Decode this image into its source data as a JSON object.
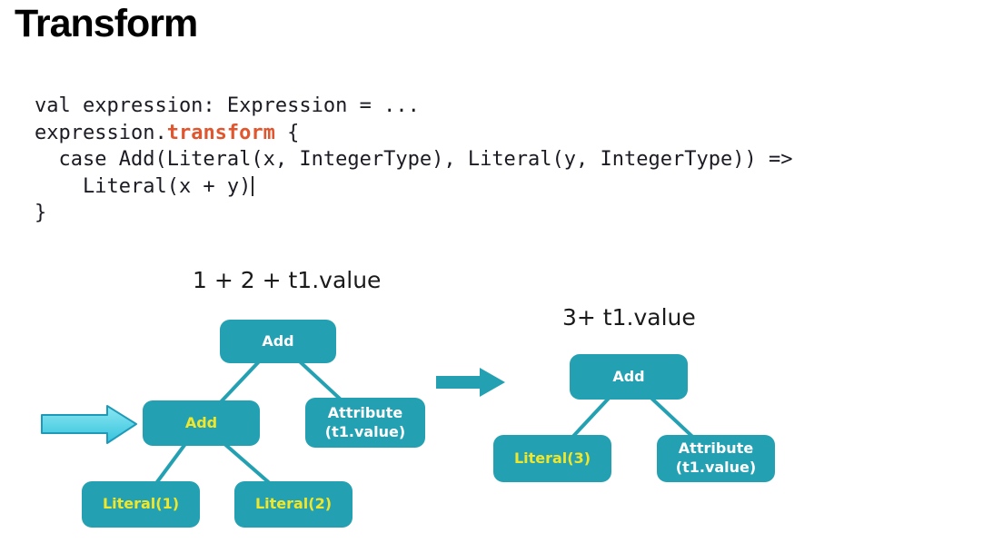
{
  "title": "Transform",
  "colors": {
    "node_teal": "#23a1b2",
    "node_text": "#ffffff",
    "highlight_yellow": "#f0e62b",
    "code_text": "#1b1b24",
    "code_accent": "#e0562e",
    "cyan_arrow_fill": "#55d6ea",
    "cyan_arrow_border": "#1e9ab8",
    "label_text": "#1a1a1a"
  },
  "code": {
    "lines": [
      {
        "segments": [
          {
            "text": "val expression: Expression = ..."
          }
        ]
      },
      {
        "segments": [
          {
            "text": "expression."
          },
          {
            "text": "transform",
            "accent": true
          },
          {
            "text": " {"
          }
        ]
      },
      {
        "segments": [
          {
            "text": "  case Add(Literal(x, IntegerType), Literal(y, IntegerType)) =>"
          }
        ]
      },
      {
        "segments": [
          {
            "text": "    Literal(x + y)"
          }
        ],
        "cursor": true
      },
      {
        "segments": [
          {
            "text": "}"
          }
        ]
      }
    ]
  },
  "diagram": {
    "before": {
      "expression_label": "1 + 2 + t1.value",
      "nodes": [
        {
          "label": "Add",
          "highlighted": false
        },
        {
          "label": "Add",
          "highlighted": true
        },
        {
          "label": "Attribute",
          "label2": "(t1.value)",
          "highlighted": false
        },
        {
          "label": "Literal(1)",
          "highlighted": true
        },
        {
          "label": "Literal(2)",
          "highlighted": true
        }
      ]
    },
    "after": {
      "expression_label": "3+ t1.value",
      "nodes": [
        {
          "label": "Add",
          "highlighted": false
        },
        {
          "label": "Literal(3)",
          "highlighted": true
        },
        {
          "label": "Attribute",
          "label2": "(t1.value)",
          "highlighted": false
        }
      ]
    }
  }
}
